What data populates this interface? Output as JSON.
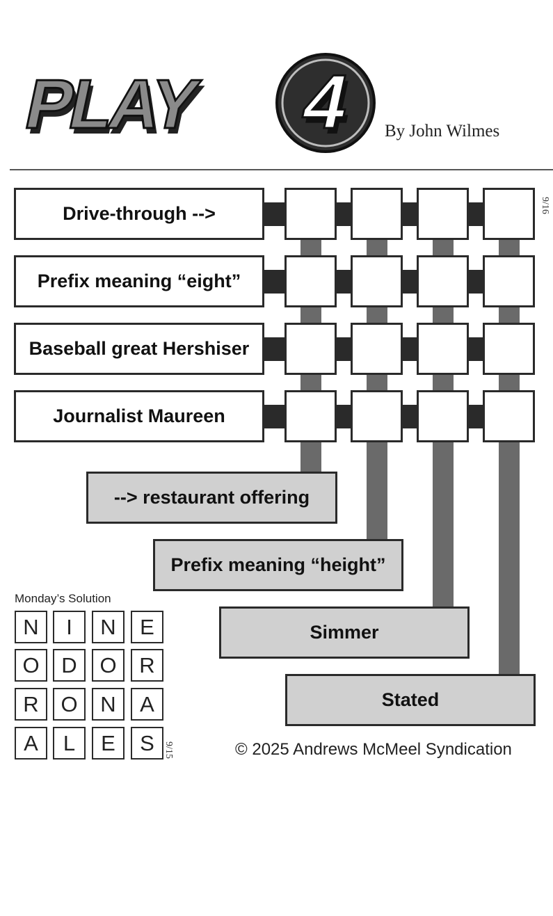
{
  "header": {
    "logo_text": "PLAY4",
    "byline": "By John Wilmes"
  },
  "puzzle": {
    "date": "9/16",
    "across_clues": [
      "Drive-through -->",
      "Prefix meaning “eight”",
      "Baseball great Hershiser",
      "Journalist Maureen"
    ],
    "down_clues": [
      "--> restaurant offering",
      "Prefix meaning “height”",
      "Simmer",
      "Stated"
    ]
  },
  "solution": {
    "title": "Monday’s Solution",
    "date": "9/15",
    "rows": [
      [
        "N",
        "I",
        "N",
        "E"
      ],
      [
        "O",
        "D",
        "O",
        "R"
      ],
      [
        "R",
        "O",
        "N",
        "A"
      ],
      [
        "A",
        "L",
        "E",
        "S"
      ]
    ]
  },
  "footer": {
    "copyright": "© 2025 Andrews McMeel Syndication"
  },
  "colors": {
    "cell_border": "#2a2a2a",
    "connector_dark": "#2a2a2a",
    "connector_gray": "#6a6a6a",
    "down_clue_fill": "#d0d0d0"
  }
}
